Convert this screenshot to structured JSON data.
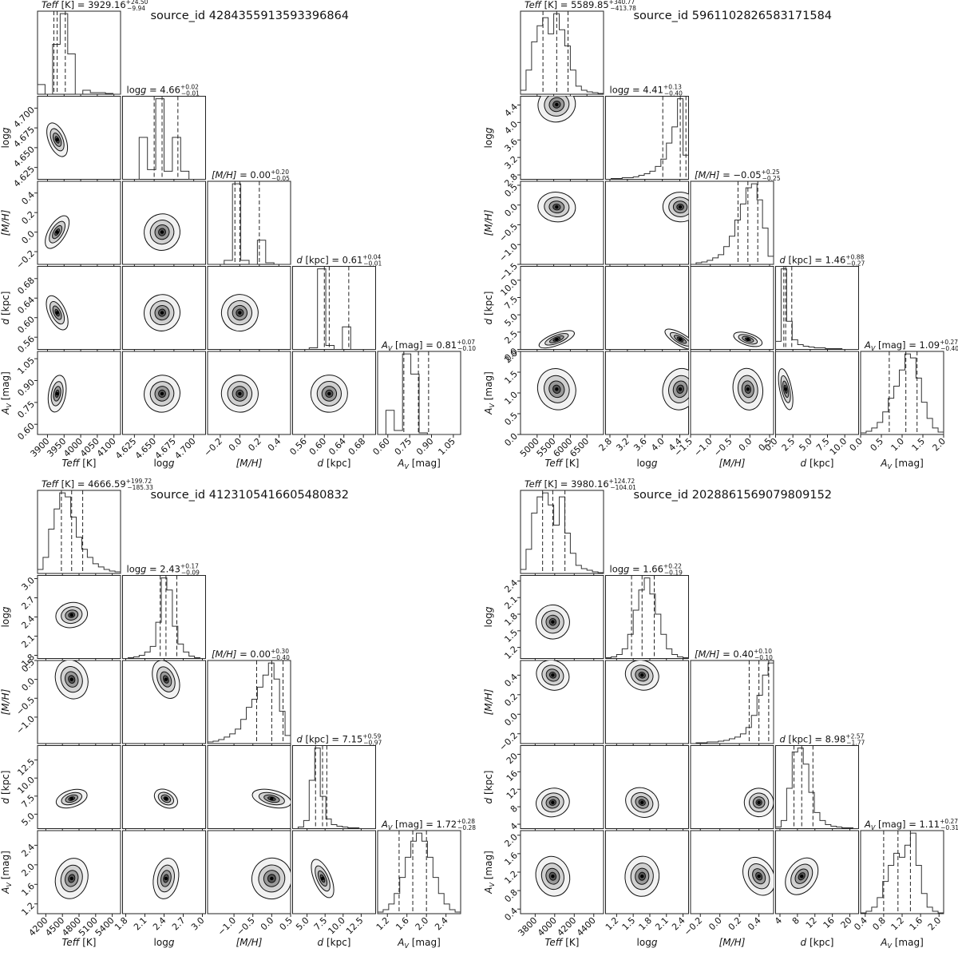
{
  "chart_data": [
    {
      "type": "corner",
      "title": "source_id 4284355913593396864",
      "parameters": [
        {
          "label": "Teff [K]",
          "range": [
            3870,
            4120
          ],
          "ticks": [
            "3900",
            "3950",
            "4000",
            "4050",
            "4100"
          ],
          "tick_values": [
            3900,
            3950,
            4000,
            4050,
            4100
          ],
          "median": "3929.16",
          "upper": "+24.50",
          "lower": "−9.94",
          "title_label": "Teff [K]",
          "quantiles": [
            3919.22,
            3929.16,
            3953.66
          ],
          "hist": [
            0.12,
            0.0,
            0.62,
            1.0,
            0.5,
            0.0,
            0.05,
            0.02,
            0.02,
            0.01,
            0.0
          ]
        },
        {
          "label": "logg",
          "range": [
            4.61,
            4.715
          ],
          "ticks": [
            "4.625",
            "4.650",
            "4.675",
            "4.700"
          ],
          "tick_values": [
            4.625,
            4.65,
            4.675,
            4.7
          ],
          "median": "4.66",
          "upper": "+0.02",
          "lower": "−0.01",
          "title_label": "logg",
          "quantiles": [
            4.65,
            4.66,
            4.68
          ],
          "hist": [
            0.0,
            0.0,
            0.52,
            0.12,
            1.0,
            0.1,
            0.52,
            0.1,
            0.0,
            0.0
          ]
        },
        {
          "label": "[M/H]",
          "range": [
            -0.33,
            0.52
          ],
          "ticks": [
            "−0.2",
            "0.0",
            "0.2",
            "0.4"
          ],
          "tick_values": [
            -0.2,
            0.0,
            0.2,
            0.4
          ],
          "median": "0.00",
          "upper": "+0.20",
          "lower": "−0.05",
          "title_label": "[M/H]",
          "quantiles": [
            -0.05,
            0.0,
            0.2
          ],
          "hist": [
            0.0,
            0.0,
            0.05,
            1.0,
            0.05,
            0.0,
            0.3,
            0.02,
            0.0,
            0.0
          ]
        },
        {
          "label": "d [kpc]",
          "range": [
            0.535,
            0.705
          ],
          "ticks": [
            "0.56",
            "0.60",
            "0.64",
            "0.68"
          ],
          "tick_values": [
            0.56,
            0.6,
            0.64,
            0.68
          ],
          "median": "0.61",
          "upper": "+0.04",
          "lower": "−0.01",
          "title_label": "d [kpc]",
          "quantiles": [
            0.6,
            0.61,
            0.65
          ],
          "hist": [
            0.0,
            0.0,
            0.02,
            1.0,
            0.05,
            0.0,
            0.28,
            0.0,
            0.0,
            0.0
          ]
        },
        {
          "label": "AV [mag]",
          "range": [
            0.53,
            1.1
          ],
          "ticks": [
            "0.60",
            "0.75",
            "0.90",
            "1.05"
          ],
          "tick_values": [
            0.6,
            0.75,
            0.9,
            1.05
          ],
          "median": "0.81",
          "upper": "+0.07",
          "lower": "−0.10",
          "title_label": "AV [mag]",
          "quantiles": [
            0.71,
            0.81,
            0.88
          ],
          "hist": [
            0.0,
            0.3,
            0.05,
            1.0,
            0.75,
            0.02,
            0.0,
            0.0,
            0.0,
            0.0
          ]
        }
      ]
    },
    {
      "type": "corner",
      "title": "source_id 5961102826583171584",
      "parameters": [
        {
          "label": "Teff [K]",
          "range": [
            4500,
            7000
          ],
          "ticks": [
            "5000",
            "5500",
            "6000",
            "6500"
          ],
          "tick_values": [
            5000,
            5500,
            6000,
            6500
          ],
          "median": "5589.85",
          "upper": "+340.77",
          "lower": "−413.78",
          "title_label": "Teff [K]",
          "quantiles": [
            5176.07,
            5589.85,
            5930.62
          ],
          "hist": [
            0.05,
            0.3,
            0.65,
            0.85,
            0.95,
            0.75,
            1.0,
            0.8,
            0.6,
            0.3,
            0.1,
            0.05,
            0.03,
            0.02,
            0.01
          ]
        },
        {
          "label": "logg",
          "range": [
            2.7,
            4.6
          ],
          "ticks": [
            "2.8",
            "3.2",
            "3.6",
            "4.0",
            "4.4"
          ],
          "tick_values": [
            2.8,
            3.2,
            3.6,
            4.0,
            4.4
          ],
          "median": "4.41",
          "upper": "+0.13",
          "lower": "−0.40",
          "title_label": "logg",
          "quantiles": [
            4.01,
            4.41,
            4.54
          ],
          "hist": [
            0.0,
            0.01,
            0.01,
            0.02,
            0.02,
            0.03,
            0.05,
            0.07,
            0.1,
            0.16,
            0.25,
            0.45,
            0.65,
            1.0,
            0.3
          ]
        },
        {
          "label": "[M/H]",
          "range": [
            -1.5,
            0.6
          ],
          "ticks": [
            "−1.5",
            "−1.0",
            "−0.5",
            "0.0",
            "0.5"
          ],
          "tick_values": [
            -1.5,
            -1.0,
            -0.5,
            0.0,
            0.5
          ],
          "median": "−0.05",
          "upper": "+0.25",
          "lower": "−0.25",
          "title_label": "[M/H]",
          "quantiles": [
            -0.3,
            -0.05,
            0.2
          ],
          "hist": [
            0.0,
            0.02,
            0.03,
            0.05,
            0.08,
            0.12,
            0.22,
            0.35,
            0.55,
            0.75,
            0.95,
            1.0,
            0.8,
            0.45,
            0.1
          ]
        },
        {
          "label": "d [kpc]",
          "range": [
            0.0,
            12.0
          ],
          "ticks": [
            "0.0",
            "2.5",
            "5.0",
            "7.5",
            "10.0"
          ],
          "tick_values": [
            0.0,
            2.5,
            5.0,
            7.5,
            10.0
          ],
          "median": "1.46",
          "upper": "+0.88",
          "lower": "−0.27",
          "title_label": "d [kpc]",
          "quantiles": [
            1.19,
            1.46,
            2.34
          ],
          "hist": [
            0.1,
            1.0,
            0.35,
            0.12,
            0.06,
            0.04,
            0.03,
            0.02,
            0.02,
            0.01,
            0.01,
            0.01,
            0.0,
            0.0,
            0.0
          ]
        },
        {
          "label": "AV [mag]",
          "range": [
            0.0,
            2.0
          ],
          "ticks": [
            "0.0",
            "0.5",
            "1.0",
            "1.5",
            "2.0"
          ],
          "tick_values": [
            0.0,
            0.5,
            1.0,
            1.5,
            2.0
          ],
          "median": "1.09",
          "upper": "+0.27",
          "lower": "−0.40",
          "title_label": "AV [mag]",
          "quantiles": [
            0.69,
            1.09,
            1.36
          ],
          "hist": [
            0.02,
            0.04,
            0.08,
            0.15,
            0.28,
            0.45,
            0.6,
            0.8,
            1.0,
            0.95,
            0.7,
            0.4,
            0.2,
            0.08,
            0.03
          ]
        }
      ]
    },
    {
      "type": "corner",
      "title": "source_id 4123105416605480832",
      "parameters": [
        {
          "label": "Teff [K]",
          "range": [
            4050,
            5550
          ],
          "ticks": [
            "4200",
            "4500",
            "4800",
            "5100",
            "5400"
          ],
          "tick_values": [
            4200,
            4500,
            4800,
            5100,
            5400
          ],
          "median": "4666.59",
          "upper": "+199.72",
          "lower": "−185.33",
          "title_label": "Teff [K]",
          "quantiles": [
            4481.26,
            4666.59,
            4866.31
          ],
          "hist": [
            0.05,
            0.2,
            0.55,
            0.8,
            1.0,
            0.95,
            0.7,
            0.45,
            0.3,
            0.2,
            0.12,
            0.08,
            0.05,
            0.03,
            0.02
          ]
        },
        {
          "label": "logg",
          "range": [
            1.75,
            3.05
          ],
          "ticks": [
            "1.8",
            "2.1",
            "2.4",
            "2.7",
            "3.0"
          ],
          "tick_values": [
            1.8,
            2.1,
            2.4,
            2.7,
            3.0
          ],
          "median": "2.43",
          "upper": "+0.17",
          "lower": "−0.09",
          "title_label": "logg",
          "quantiles": [
            2.34,
            2.43,
            2.6
          ],
          "hist": [
            0.0,
            0.01,
            0.02,
            0.04,
            0.08,
            0.15,
            0.45,
            1.0,
            0.85,
            0.4,
            0.18,
            0.08,
            0.03,
            0.01,
            0.0
          ]
        },
        {
          "label": "[M/H]",
          "range": [
            -1.7,
            0.5
          ],
          "ticks": [
            "−1.0",
            "−0.5",
            "0.0",
            "0.5"
          ],
          "tick_values": [
            -1.0,
            -0.5,
            0.0,
            0.5
          ],
          "median": "0.00",
          "upper": "+0.30",
          "lower": "−0.40",
          "title_label": "[M/H]",
          "quantiles": [
            -0.4,
            0.0,
            0.3
          ],
          "hist": [
            0.02,
            0.03,
            0.05,
            0.08,
            0.12,
            0.18,
            0.3,
            0.45,
            0.55,
            0.7,
            0.85,
            1.0,
            0.8,
            0.4,
            0.1
          ]
        },
        {
          "label": "d [kpc]",
          "range": [
            3.0,
            14.5
          ],
          "ticks": [
            "5.0",
            "7.5",
            "10.0",
            "12.5"
          ],
          "tick_values": [
            5.0,
            7.5,
            10.0,
            12.5
          ],
          "median": "7.15",
          "upper": "+0.59",
          "lower": "−0.97",
          "title_label": "d [kpc]",
          "quantiles": [
            6.18,
            7.15,
            7.74
          ],
          "hist": [
            0.0,
            0.02,
            0.1,
            0.6,
            1.0,
            0.4,
            0.12,
            0.05,
            0.03,
            0.02,
            0.01,
            0.01,
            0.0,
            0.0,
            0.0
          ]
        },
        {
          "label": "AV [mag]",
          "range": [
            1.0,
            2.7
          ],
          "ticks": [
            "1.2",
            "1.6",
            "2.0",
            "2.4"
          ],
          "tick_values": [
            1.2,
            1.6,
            2.0,
            2.4
          ],
          "median": "1.72",
          "upper": "+0.28",
          "lower": "−0.28",
          "title_label": "AV [mag]",
          "quantiles": [
            1.44,
            1.72,
            2.0
          ],
          "hist": [
            0.02,
            0.05,
            0.12,
            0.25,
            0.45,
            0.7,
            0.9,
            1.0,
            0.9,
            0.7,
            0.45,
            0.25,
            0.12,
            0.05,
            0.02
          ]
        }
      ]
    },
    {
      "type": "corner",
      "title": "source_id 2028861569079809152",
      "parameters": [
        {
          "label": "Teff [K]",
          "range": [
            3650,
            4500
          ],
          "ticks": [
            "3800",
            "4000",
            "4200",
            "4400"
          ],
          "tick_values": [
            3800,
            4000,
            4200,
            4400
          ],
          "median": "3980.16",
          "upper": "+124.72",
          "lower": "−104.01",
          "title_label": "Teff [K]",
          "quantiles": [
            3876.15,
            3980.16,
            4104.88
          ],
          "hist": [
            0.05,
            0.3,
            0.75,
            0.95,
            1.0,
            0.85,
            0.6,
            0.95,
            0.5,
            0.25,
            0.1,
            0.06,
            0.04,
            0.02,
            0.01
          ]
        },
        {
          "label": "logg",
          "range": [
            1.0,
            2.5
          ],
          "ticks": [
            "1.2",
            "1.5",
            "1.8",
            "2.1",
            "2.4"
          ],
          "tick_values": [
            1.2,
            1.5,
            1.8,
            2.1,
            2.4
          ],
          "median": "1.66",
          "upper": "+0.22",
          "lower": "−0.19",
          "title_label": "logg",
          "quantiles": [
            1.47,
            1.66,
            1.88
          ],
          "hist": [
            0.01,
            0.02,
            0.05,
            0.12,
            0.3,
            0.6,
            0.85,
            1.0,
            0.8,
            0.55,
            0.3,
            0.12,
            0.05,
            0.02,
            0.01
          ]
        },
        {
          "label": "[M/H]",
          "range": [
            -0.3,
            0.55
          ],
          "ticks": [
            "−0.2",
            "0.0",
            "0.2",
            "0.4"
          ],
          "tick_values": [
            -0.2,
            0.0,
            0.2,
            0.4
          ],
          "median": "0.40",
          "upper": "+0.10",
          "lower": "−0.10",
          "title_label": "[M/H]",
          "quantiles": [
            0.3,
            0.4,
            0.5
          ],
          "hist": [
            0.0,
            0.01,
            0.01,
            0.02,
            0.02,
            0.03,
            0.04,
            0.06,
            0.08,
            0.12,
            0.2,
            0.35,
            0.6,
            0.85,
            1.0
          ]
        },
        {
          "label": "d [kpc]",
          "range": [
            3.0,
            22.0
          ],
          "ticks": [
            "4",
            "8",
            "12",
            "16",
            "20"
          ],
          "tick_values": [
            4,
            8,
            12,
            16,
            20
          ],
          "median": "8.98",
          "upper": "+2.57",
          "lower": "−1.77",
          "title_label": "d [kpc]",
          "quantiles": [
            7.21,
            8.98,
            11.55
          ],
          "hist": [
            0.02,
            0.1,
            0.5,
            0.95,
            1.0,
            0.8,
            0.45,
            0.2,
            0.1,
            0.05,
            0.03,
            0.02,
            0.01,
            0.01,
            0.0
          ]
        },
        {
          "label": "AV [mag]",
          "range": [
            0.3,
            2.1
          ],
          "ticks": [
            "0.4",
            "0.8",
            "1.2",
            "1.6",
            "2.0"
          ],
          "tick_values": [
            0.4,
            0.8,
            1.2,
            1.6,
            2.0
          ],
          "median": "1.11",
          "upper": "+0.27",
          "lower": "−0.31",
          "title_label": "AV [mag]",
          "quantiles": [
            0.8,
            1.11,
            1.38
          ],
          "hist": [
            0.01,
            0.03,
            0.08,
            0.2,
            0.4,
            0.6,
            0.75,
            0.7,
            0.85,
            1.0,
            0.6,
            0.25,
            0.08,
            0.03,
            0.01
          ]
        }
      ]
    }
  ]
}
